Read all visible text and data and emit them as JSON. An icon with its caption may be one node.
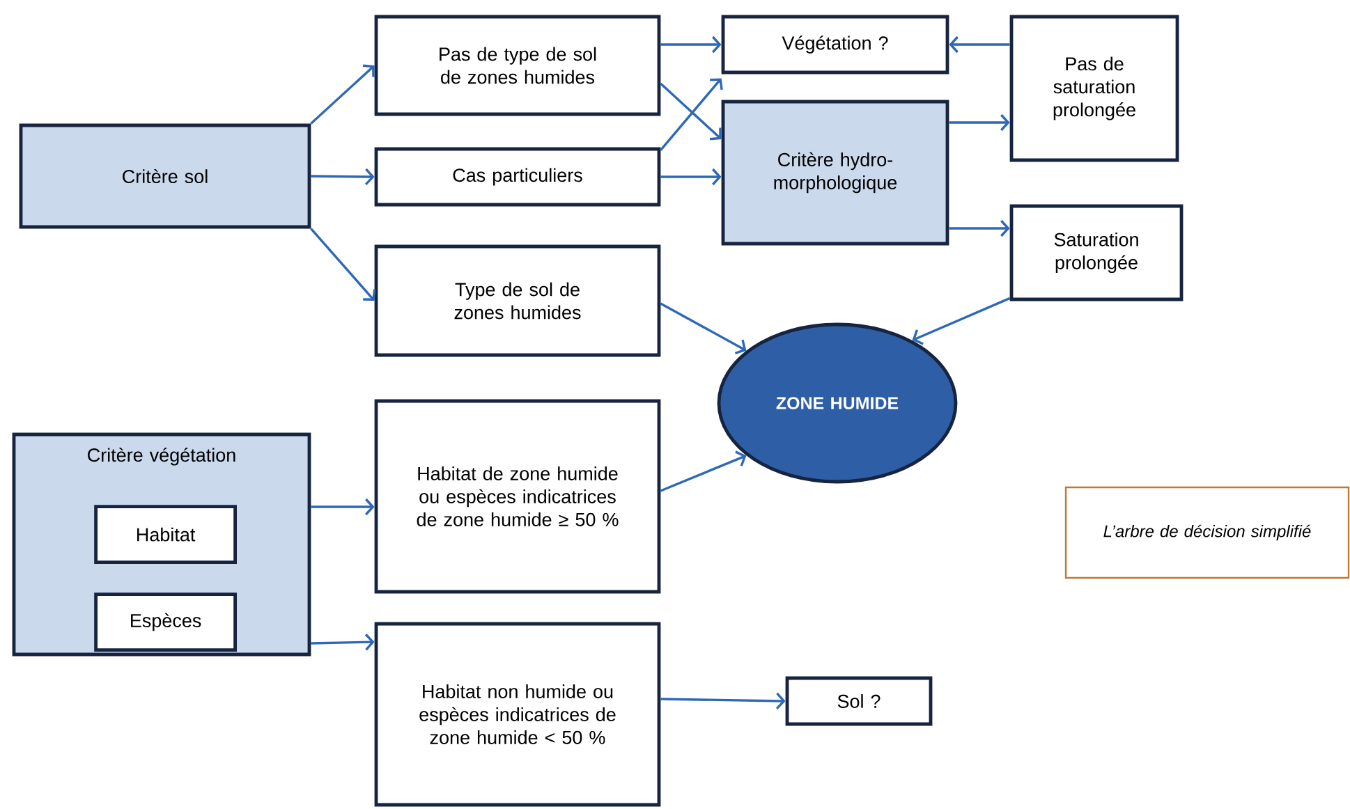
{
  "diagram": {
    "nodes": [
      {
        "text": [
          "Critère sol"
        ]
      },
      {
        "text": [
          "Pas de type de sol de zones humides"
        ]
      },
      {
        "text": [
          "Cas particuliers"
        ]
      },
      {
        "text": [
          "Type de sol de zones humides"
        ]
      },
      {
        "text": [
          "Végétation ?"
        ]
      },
      {
        "text": [
          "Critère hydro-morphologique"
        ]
      },
      {
        "text": [
          "Pas de saturation prolongée"
        ]
      },
      {
        "text": [
          "Saturation prolongée"
        ]
      },
      {
        "text": [
          "ZONE HUMIDE"
        ]
      },
      {
        "text": [
          "Critère végétation"
        ]
      },
      {
        "text": [
          "Habitat"
        ],
        "in": 9
      },
      {
        "text": [
          "Espèces"
        ],
        "in": 9
      },
      {
        "text": [
          "Habitat de zone humide ou espèces indicatrices de zone humide ≥ 50 %"
        ]
      },
      {
        "text": [
          "Habitat non humide ou espèces indicatrices de zone humide < 50 %"
        ]
      },
      {
        "text": [
          "Sol ?"
        ]
      },
      {
        "text": [
          "L’arbre de décision simplifié"
        ]
      }
    ],
    "edges": [
      {
        "from": 0,
        "to": 1,
        "arrow": "to"
      },
      {
        "from": 0,
        "to": 2,
        "arrow": "to"
      },
      {
        "from": 0,
        "to": 3,
        "arrow": "to"
      },
      {
        "from": 1,
        "to": 4,
        "arrow": "to"
      },
      {
        "from": 1,
        "to": 5,
        "arrow": "to"
      },
      {
        "from": 2,
        "to": 4,
        "arrow": "to"
      },
      {
        "from": 2,
        "to": 5,
        "arrow": "to"
      },
      {
        "from": 5,
        "to": 6,
        "arrow": "to"
      },
      {
        "from": 5,
        "to": 7,
        "arrow": "to"
      },
      {
        "from": 6,
        "to": 4,
        "arrow": "to"
      },
      {
        "from": 3,
        "to": 8,
        "arrow": "to"
      },
      {
        "from": 7,
        "to": 8,
        "arrow": "to"
      },
      {
        "from": 12,
        "to": 8,
        "arrow": "to"
      },
      {
        "from": 9,
        "to": 12,
        "arrow": "to"
      },
      {
        "from": 9,
        "to": 13,
        "arrow": "to"
      },
      {
        "from": 13,
        "to": 14,
        "arrow": "to"
      }
    ]
  }
}
